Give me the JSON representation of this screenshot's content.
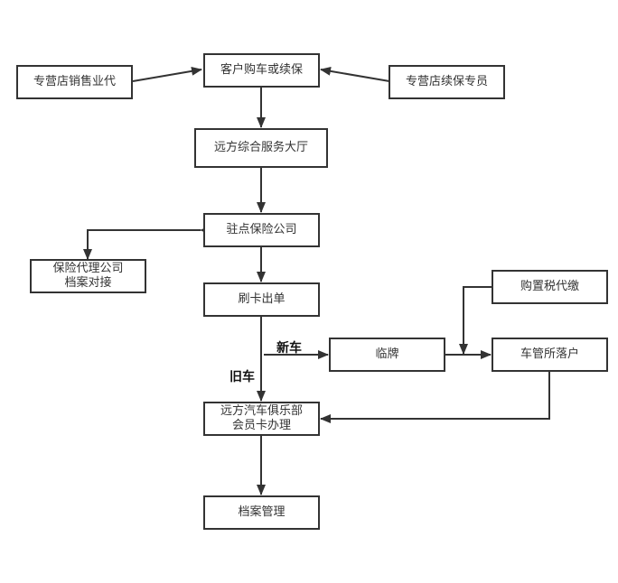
{
  "nodes": {
    "customer": "客户购车或续保",
    "sales_agent": "专营店销售业代",
    "renewal_agent": "专营店续保专员",
    "service_hall": "远方综合服务大厅",
    "insurance_office": "驻点保险公司",
    "agency_archive": "保险代理公司\n档案对接",
    "card_swipe": "刷卡出单",
    "temp_plate": "临牌",
    "purchase_tax": "购置税代缴",
    "vehicle_registration": "车管所落户",
    "club_card": "远方汽车俱乐部\n会员卡办理",
    "archive_mgmt": "档案管理"
  },
  "edge_labels": {
    "new_car": "新车",
    "old_car": "旧车"
  },
  "colors": {
    "line": "#333333",
    "border": "#333333"
  }
}
